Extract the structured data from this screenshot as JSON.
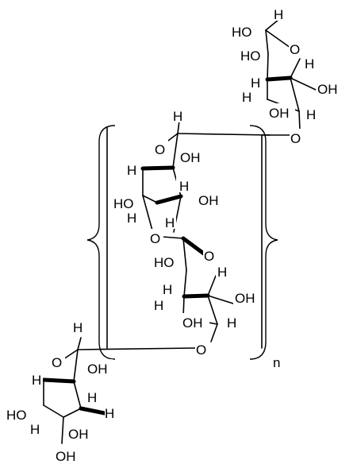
{
  "labels": {
    "ho": "HO",
    "oh": "OH",
    "h": "H",
    "o": "O",
    "n": "n"
  }
}
